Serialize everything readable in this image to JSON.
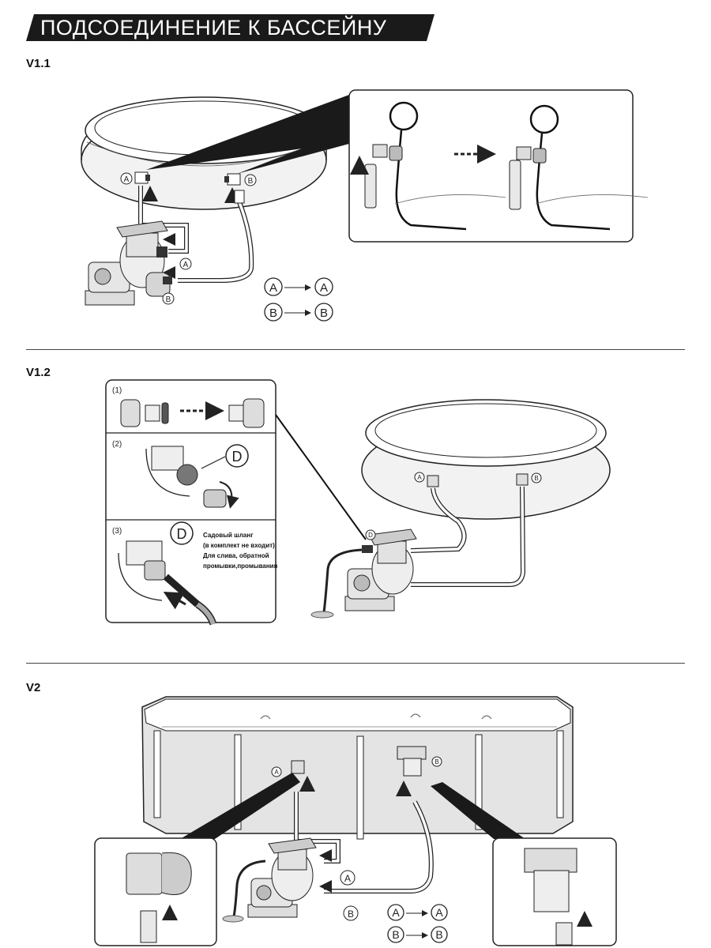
{
  "header": {
    "title": "ПОДСОЕДИНЕНИЕ К БАССЕЙНУ"
  },
  "sections": {
    "v11": {
      "label": "V1.1"
    },
    "v12": {
      "label": "V1.2"
    },
    "v2": {
      "label": "V2"
    }
  },
  "callouts": {
    "a": "A",
    "b": "B",
    "d": "D"
  },
  "steps": {
    "s1": "(1)",
    "s2": "(2)",
    "s3": "(3)"
  },
  "garden_hose_note": {
    "line1": "Садовый шланг",
    "line2": "(в комплект не входит)",
    "line3": "Для слива, обратной",
    "line4": "промывки,промывания"
  },
  "icons": [
    "arrow-up-icon",
    "arrow-right-icon",
    "dashed-arrow-icon",
    "rotate-arrow-icon"
  ],
  "colors": {
    "banner": "#1a1a1a",
    "line": "#222222",
    "shade": "#d8d8d8"
  }
}
